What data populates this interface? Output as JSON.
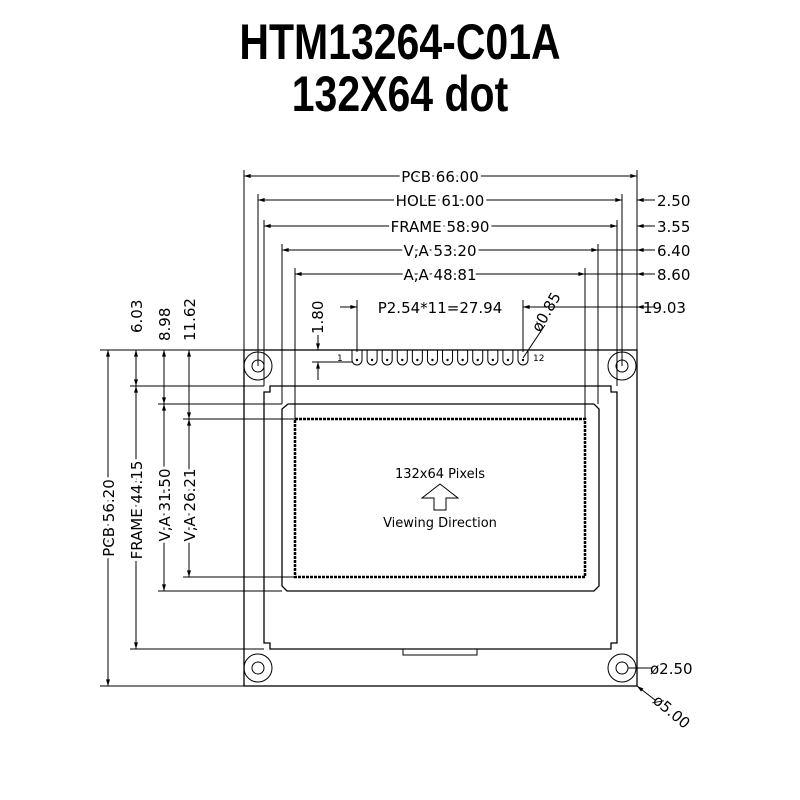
{
  "title": {
    "model": "HTM13264-C01A",
    "subtitle": "132X64 dot"
  },
  "dimensions": {
    "horizontal": {
      "pcb": "PCB 66.00",
      "hole": "HOLE 61.00",
      "frame": "FRAME 58.90",
      "va": "V,A 53.20",
      "aa": "A,A 48.81",
      "pitch": "P2.54*11=27.94"
    },
    "right_offsets": [
      "2.50",
      "3.55",
      "6.40",
      "8.60",
      "19.03"
    ],
    "vertical": {
      "pcb": "PCB 56.20",
      "frame": "FRAME 44.15",
      "va": "V,A 31.50",
      "aa": "V,A 26.21",
      "top_offsets": [
        "6.03",
        "8.98",
        "11.62"
      ],
      "pin_offset": "1.80"
    },
    "pin_diameter": "ø0.85",
    "hole_inner": "ø2.50",
    "hole_outer": "ø5.00"
  },
  "pins": {
    "first": "1",
    "last": "12",
    "count": 12
  },
  "display": {
    "resolution": "132x64 Pixels",
    "viewing": "Viewing Direction"
  }
}
